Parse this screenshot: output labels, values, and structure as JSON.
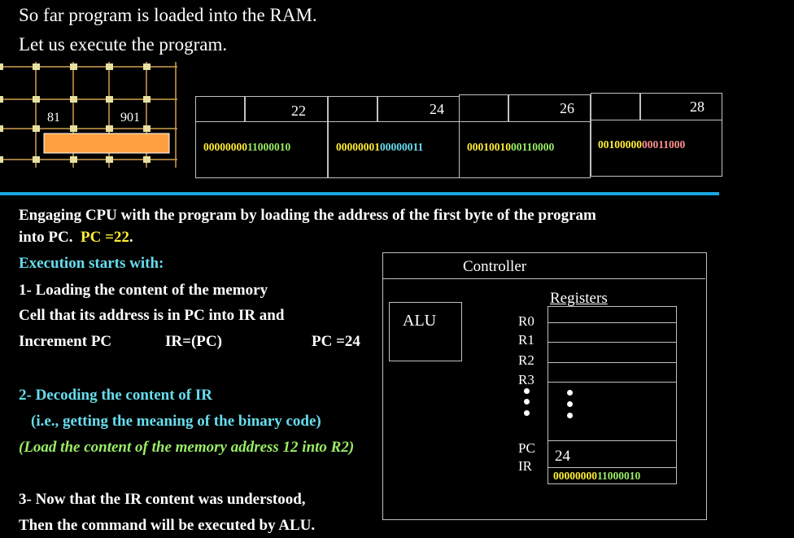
{
  "intro": {
    "line1": "So far program is loaded into the RAM.",
    "line2": "Let us execute the program."
  },
  "ram_grid": {
    "cell_a": "81",
    "cell_b": "901",
    "highlight_color": "#ffa040"
  },
  "memory_cells": [
    {
      "address": "22",
      "content": "0000000011000010"
    },
    {
      "address": "24",
      "content": "0000000100000011"
    },
    {
      "address": "26",
      "content": "0001001000110000"
    },
    {
      "address": "28",
      "content": "0010000000011000"
    }
  ],
  "engaging": {
    "line1": "Engaging CPU with the program by loading the address of the first byte of the program",
    "line2_prefix": "into PC.",
    "pc_value": "PC =22",
    "period": "."
  },
  "steps": {
    "header": "Execution starts with:",
    "step1_line1": "1- Loading the content of the memory",
    "step1_line2": "Cell that its address is in PC into IR and",
    "step1_line3a": "Increment PC",
    "step1_line3b": "IR=(PC)",
    "step1_line3c": "PC =24",
    "step2_line1": "2- Decoding the content of IR",
    "step2_line2": "(i.e., getting the meaning of the binary code)",
    "step2_line3": "(Load the content of the memory address 12 into R2)",
    "step3_line1": "3- Now that the IR content was understood,",
    "step3_line2": "Then the command will be executed by ALU."
  },
  "cpu": {
    "controller": "Controller",
    "alu": "ALU",
    "registers_title": "Registers",
    "r0": "R0",
    "r1": "R1",
    "r2": "R2",
    "r3": "R3",
    "pc_label": "PC",
    "ir_label": "IR",
    "pc_value": "24",
    "ir_value": "0000000011000010"
  }
}
